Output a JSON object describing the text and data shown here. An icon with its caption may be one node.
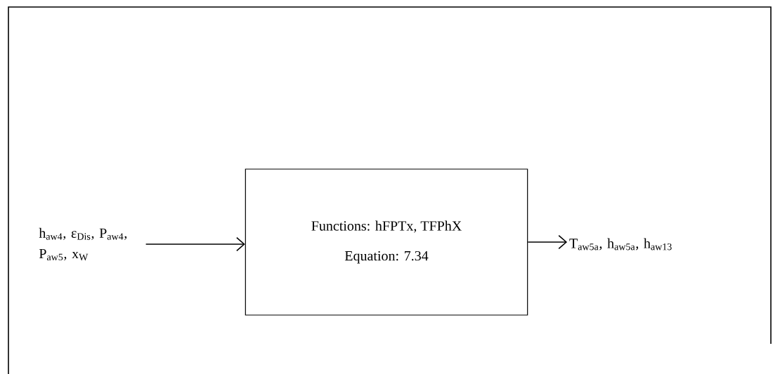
{
  "diagram": {
    "nodes": [
      {
        "text": [
          "Functions: hFPTx, TFPhX",
          "Equation: 7.34"
        ]
      },
      {
        "text": [
          "h$_{aw4}$, ε$_{Dis}$, P$_{aw4}$, P$_{aw5}$, x$_{W}$"
        ]
      },
      {
        "text": [
          "T$_{aw5a}$, h$_{aw5a}$, h$_{aw13}$"
        ]
      }
    ],
    "edges": [
      {
        "from": 1,
        "to": 0,
        "arrow": "to"
      },
      {
        "from": 0,
        "to": 2,
        "arrow": "to"
      }
    ]
  }
}
